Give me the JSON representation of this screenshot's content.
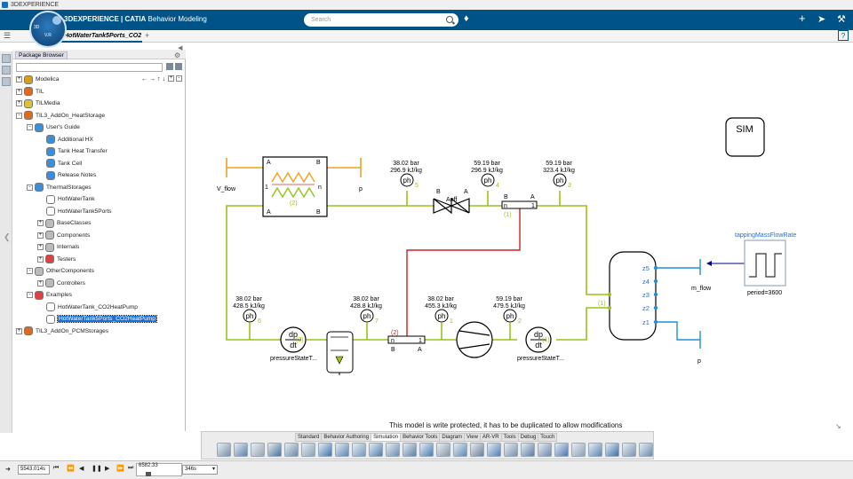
{
  "app": {
    "window_title": "3DEXPERIENCE",
    "brand_bold": "3DEXPERIENCE | CATIA",
    "brand_app": " Behavior Modeling",
    "compass_version": "V.R",
    "compass_num": "3D"
  },
  "search": {
    "placeholder": "Search"
  },
  "tab": {
    "label": "HotWaterTank5Ports_CO2",
    "add": "+"
  },
  "help": "?",
  "package_browser": {
    "title": "Package Browser",
    "items": [
      {
        "label": "Modelica",
        "level": 0,
        "expander": "+",
        "color": "#d4a017"
      },
      {
        "label": "TIL",
        "level": 0,
        "expander": "+",
        "color": "#e06a1b"
      },
      {
        "label": "TILMedia",
        "level": 0,
        "expander": "+",
        "color": "#d8c23a"
      },
      {
        "label": "TIL3_AddOn_HeatStorage",
        "level": 0,
        "expander": "-",
        "color": "#e06a1b"
      },
      {
        "label": "User's Guide",
        "level": 1,
        "expander": "-",
        "color": "#3c8fd6"
      },
      {
        "label": "Additional HX",
        "level": 2,
        "expander": "",
        "color": "#3c8fd6"
      },
      {
        "label": "Tank Heat Transfer",
        "level": 2,
        "expander": "",
        "color": "#3c8fd6"
      },
      {
        "label": "Tank Cell",
        "level": 2,
        "expander": "",
        "color": "#3c8fd6"
      },
      {
        "label": "Release Notes",
        "level": 2,
        "expander": "",
        "color": "#3c8fd6"
      },
      {
        "label": "ThermalStorages",
        "level": 1,
        "expander": "-",
        "color": "#3c8fd6"
      },
      {
        "label": "HotWaterTank",
        "level": 2,
        "expander": "",
        "color": "#ffffff"
      },
      {
        "label": "HotWaterTank5Ports",
        "level": 2,
        "expander": "",
        "color": "#ffffff"
      },
      {
        "label": "BaseClasses",
        "level": 2,
        "expander": "+",
        "color": "#bbbbbb"
      },
      {
        "label": "Components",
        "level": 2,
        "expander": "+",
        "color": "#bbbbbb"
      },
      {
        "label": "Internals",
        "level": 2,
        "expander": "+",
        "color": "#bbbbbb"
      },
      {
        "label": "Testers",
        "level": 2,
        "expander": "+",
        "color": "#e04040"
      },
      {
        "label": "OtherComponents",
        "level": 1,
        "expander": "-",
        "color": "#bbbbbb"
      },
      {
        "label": "Controllers",
        "level": 2,
        "expander": "+",
        "color": "#bbbbbb"
      },
      {
        "label": "Examples",
        "level": 1,
        "expander": "-",
        "color": "#e04040"
      },
      {
        "label": "HotWaterTank_CO2HeatPump",
        "level": 2,
        "expander": "",
        "color": "#ffffff"
      },
      {
        "label": "HotWaterTank5Ports_CO2HeatPump",
        "level": 2,
        "expander": "",
        "color": "#ffffff",
        "selected": true
      },
      {
        "label": "TIL3_AddOn_PCMStorages",
        "level": 0,
        "expander": "+",
        "color": "#e06a1b"
      }
    ]
  },
  "diagram": {
    "sim_label": "SIM",
    "v_flow": "V_flow",
    "p_top": "p",
    "p_bottom": "p",
    "m_flow": "m_flow",
    "hx_ports": {
      "a_tl": "A",
      "b_tr": "B",
      "one": "1",
      "n": "n",
      "a_bl": "A",
      "b_br": "B",
      "two": "(2)"
    },
    "valve": {
      "name": "Aeff",
      "b": "B",
      "a": "A"
    },
    "pipe_top": {
      "b": "B",
      "a": "A",
      "n": "n",
      "one": "1",
      "sub": "(1)"
    },
    "pipe_bottom": {
      "n": "n",
      "one": "1",
      "b": "B",
      "a": "A",
      "sub": "(2)"
    },
    "sensors_top": [
      {
        "pressure": "38.02 bar",
        "enthalpy": "296.9 kJ/kg",
        "index": "5"
      },
      {
        "pressure": "59.19 bar",
        "enthalpy": "296.9 kJ/kg",
        "index": "4"
      },
      {
        "pressure": "59.19 bar",
        "enthalpy": "323.4 kJ/kg",
        "index": "3"
      }
    ],
    "sensors_bottom": [
      {
        "pressure": "38.02 bar",
        "enthalpy": "428.5 kJ/kg",
        "index": "6"
      },
      {
        "pressure": "38.02 bar",
        "enthalpy": "428.8 kJ/kg",
        "index": "7"
      },
      {
        "pressure": "38.02 bar",
        "enthalpy": "455.3 kJ/kg",
        "index": "1"
      },
      {
        "pressure": "59.19 bar",
        "enthalpy": "479.5 kJ/kg",
        "index": "2"
      }
    ],
    "sensor_symbol": "ph",
    "dpdt": {
      "top": "dp",
      "bottom": "dt",
      "label_left": "pressureStateT...",
      "label_right": "pressureStateT...",
      "sub2": "(2)",
      "sub1": "(1)"
    },
    "tank": {
      "ports": [
        "z5",
        "z4",
        "z3",
        "z2",
        "z1"
      ],
      "sub": "(1)"
    },
    "tapping": {
      "title": "tappingMassFlowRate",
      "period": "period=3600"
    }
  },
  "status_message": "This model is write protected, it has to be duplicated to allow modifications",
  "toolbar_tabs": [
    "Standard",
    "Behavior Authoring",
    "Simulation",
    "Behavior Tools",
    "Diagram",
    "View",
    "AR-VR",
    "Tools",
    "Debug",
    "Touch"
  ],
  "toolbar_active": "Simulation",
  "bottom": {
    "time_field": "5543.014s",
    "slider_value": "6582.33",
    "speed": "346s"
  },
  "colors": {
    "brand_bar": "#005386",
    "pipe": "#9ac21a",
    "orange": "#f0a020",
    "blue": "#1e90d8",
    "red": "#cc2222"
  }
}
